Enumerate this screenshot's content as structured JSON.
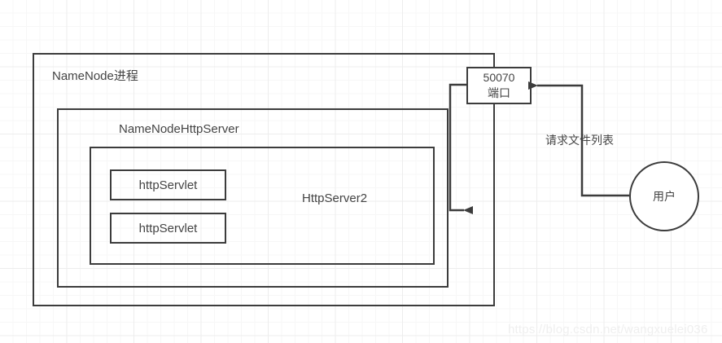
{
  "diagram": {
    "title": "NameNode HTTP Server architecture diagram",
    "stroke_color": "#3c3c3c",
    "text_color": "#444444",
    "background_color": "#ffffff",
    "grid_minor_color": "#f7f7f7",
    "grid_major_color": "#ededed",
    "nodes": {
      "namenode_process": "NameNode进程",
      "namenode_httpserver": "NameNodeHttpServer",
      "httpserver2": "HttpServer2",
      "http_servlet_1": "httpServlet",
      "http_servlet_2": "httpServlet",
      "port_line1": "50070",
      "port_line2": "端口",
      "user": "用户"
    },
    "edges": {
      "request_label": "请求文件列表"
    },
    "watermark": "https://blog.csdn.net/wangxuelei036"
  }
}
